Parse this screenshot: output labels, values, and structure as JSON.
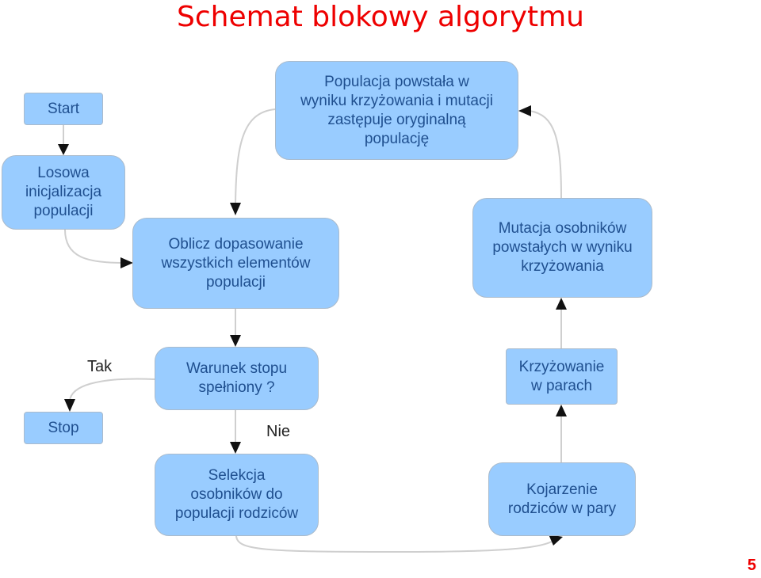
{
  "title": "Schemat blokowy algorytmu",
  "nodes": {
    "start": "Start",
    "init": "Losowa\ninicjalizacja\npopulacji",
    "fitness": "Oblicz dopasowanie\nwszystkich elementów\npopulacji",
    "replace": "Populacja powstała w\nwyniku krzyżowania i mutacji\nzastępuje oryginalną\npopulację",
    "mutation": "Mutacja osobników\npowstałych w wyniku\nkrzyżowania",
    "condition": "Warunek stopu\nspełniony ?",
    "crossover": "Krzyżowanie\nw parach",
    "stop": "Stop",
    "selection": "Selekcja\nosobników do\npopulacji rodziców",
    "pairing": "Kojarzenie\nrodziców w pary"
  },
  "labels": {
    "yes": "Tak",
    "no": "Nie"
  },
  "page_number": "5",
  "colors": {
    "title": "#ee0000",
    "box_fill": "#99ccff",
    "box_text": "#1f4f8f",
    "edge": "#cfcfcf",
    "arrowhead": "#111111"
  }
}
